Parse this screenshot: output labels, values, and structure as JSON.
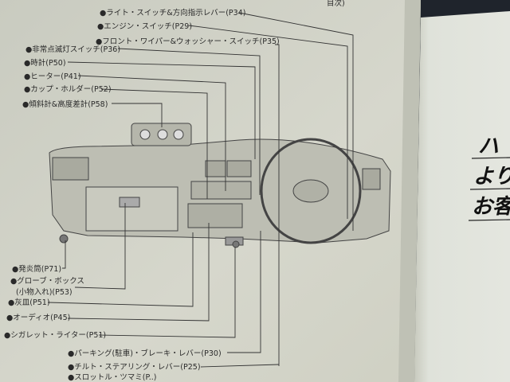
{
  "header": {
    "section": "目次)"
  },
  "top_labels": [
    "●ライト・スイッチ&方向指示レバー(P34)",
    "●エンジン・スイッチ(P29)",
    "●フロント・ワイパー&ウォッシャー・スイッチ(P35)",
    "●非常点滅灯スイッチ(P36)",
    "●時計(P50)",
    "●ヒーター(P41)",
    "●カップ・ホルダー(P52)",
    "●傾斜計&高度差計(P58)"
  ],
  "bottom_labels": [
    "●発炎筒(P71)",
    "●グローブ・ボックス",
    "(小物入れ)(P53)",
    "●灰皿(P51)",
    "●オーディオ(P45)",
    "●シガレット・ライター(P51)",
    "●パーキング(駐車)・ブレーキ・レバー(P30)",
    "●チルト・ステアリング・レバー(P25)",
    "●スロットル・ツマミ(P..)"
  ],
  "right_page": {
    "lines": [
      "ハ",
      "より",
      "お客"
    ]
  }
}
